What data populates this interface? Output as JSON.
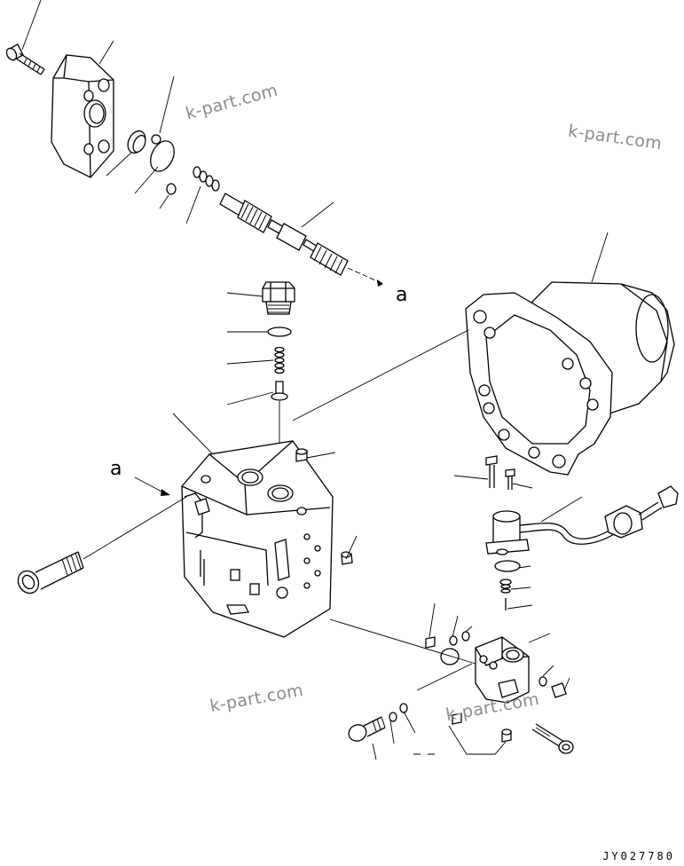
{
  "view_labels": {
    "upper": "a",
    "lower": "a"
  },
  "watermark": "k-part.com",
  "drawing_code": "JY027780"
}
